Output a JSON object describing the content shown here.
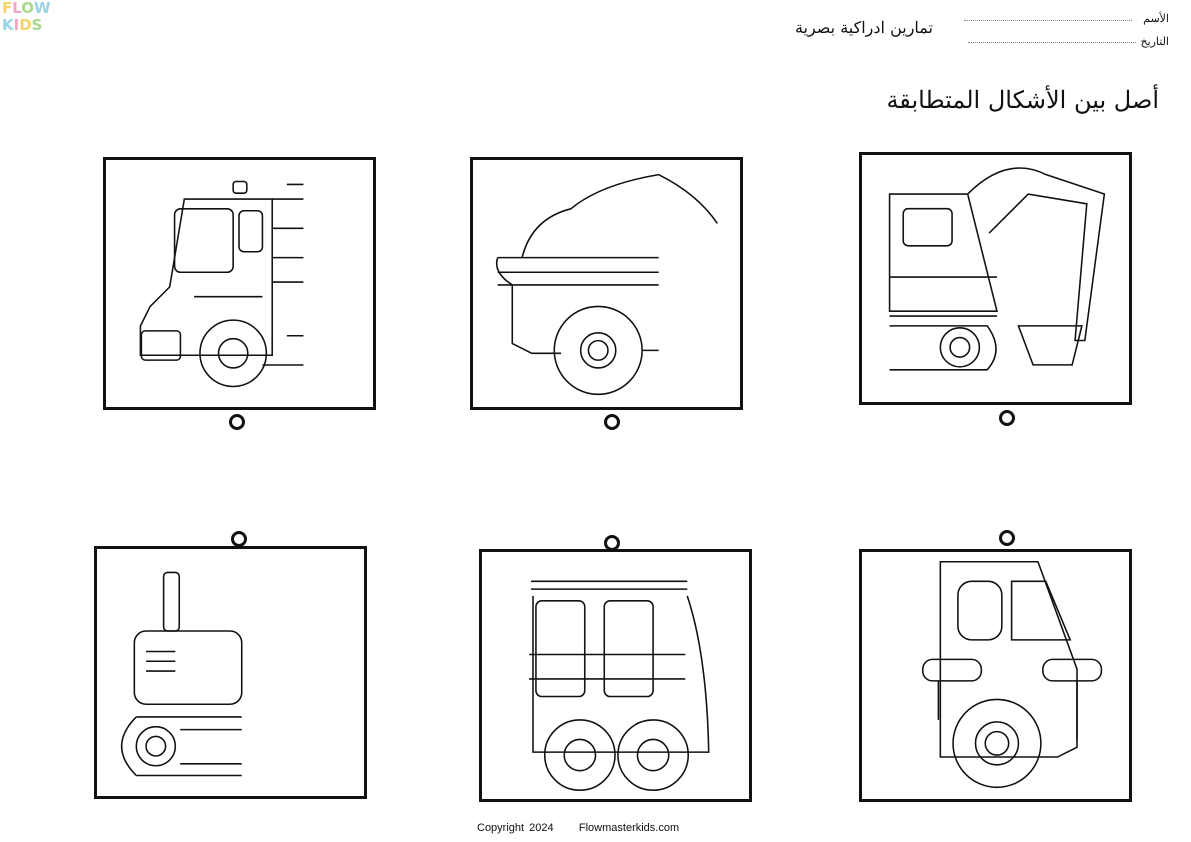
{
  "logo": {
    "line1": [
      "F",
      "L",
      "O",
      "W"
    ],
    "line2": [
      "K",
      "I",
      "D",
      "S"
    ]
  },
  "header": {
    "name_label": "الأسم",
    "date_label": "التاريخ",
    "subtitle": "تمارين ادراكية بصرية"
  },
  "instruction": "أصل بين الأشكال المتطابقة",
  "cards": {
    "top": [
      "fire-truck-front-half",
      "dump-truck-back-half",
      "excavator-half"
    ],
    "bottom": [
      "bulldozer-half",
      "fire-truck-back-half",
      "dump-truck-front-half"
    ]
  },
  "footer": {
    "copyright": "Copyright 2024",
    "site": "Flowmasterkids.com"
  }
}
